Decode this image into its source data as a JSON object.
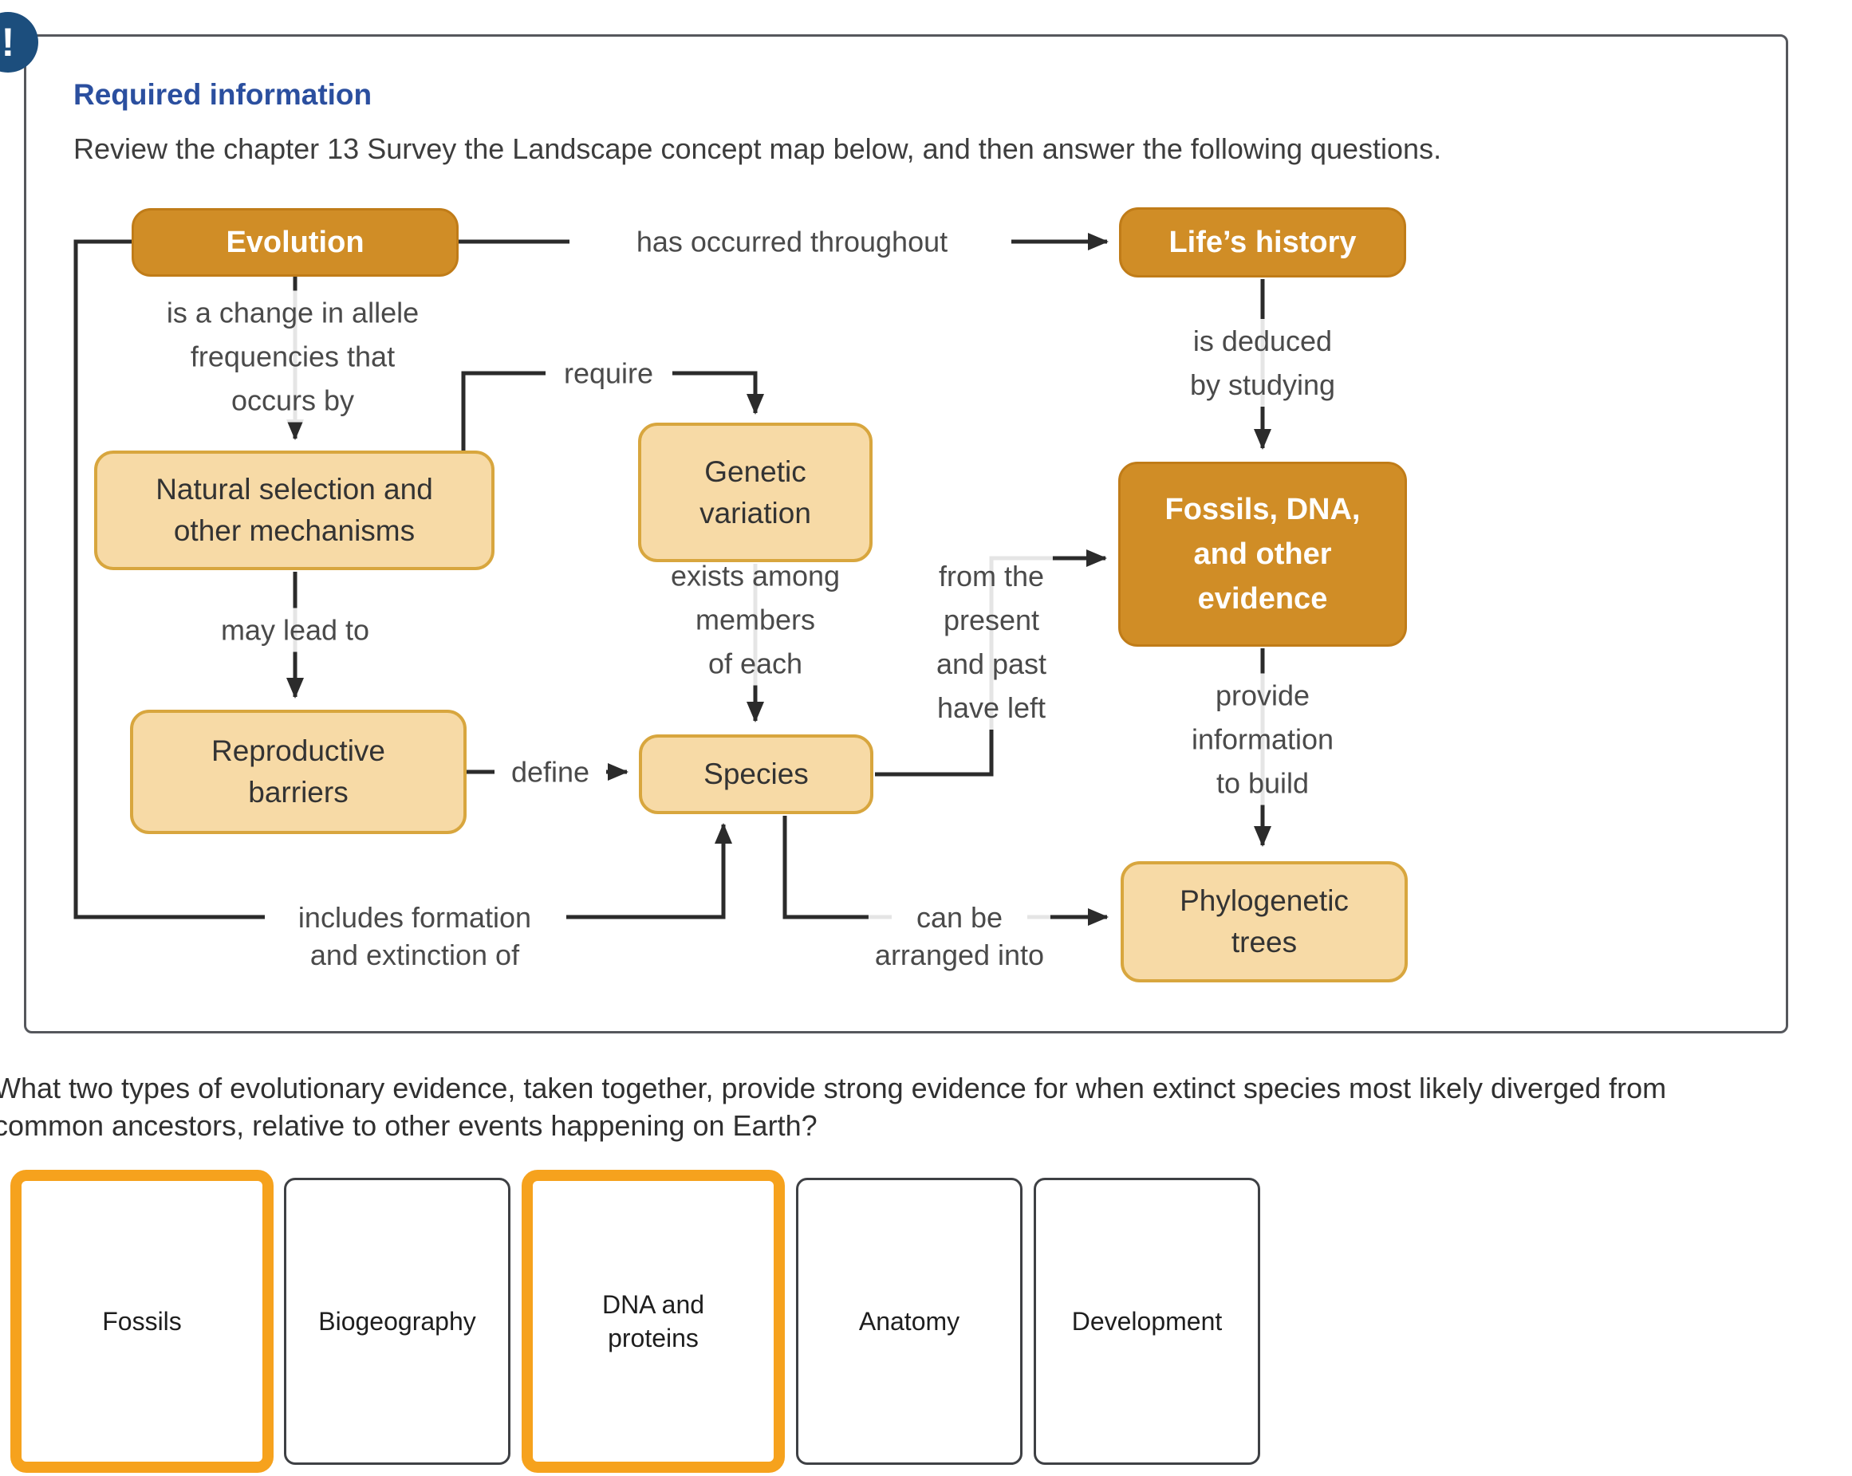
{
  "alert": {
    "symbol": "!"
  },
  "panel": {
    "heading": "Required information",
    "instructions": "Review the chapter 13 Survey the Landscape concept map below, and then answer the following questions.",
    "concept_map": {
      "colors": {
        "node_dark_fill": "#D08D26",
        "node_light_fill": "#F7DAA6",
        "node_light_border": "#D8A63E",
        "edge": "#2B2B2B",
        "panel_border": "#55575C",
        "alert_blue": "#1C4E7D",
        "heading_blue": "#2B4F9F",
        "selected_orange": "#F6A21D"
      },
      "nodes": {
        "evolution": {
          "line1": "Evolution"
        },
        "lifes_history": {
          "line1": "Life’s history"
        },
        "natural_selection": {
          "line1": "Natural selection and",
          "line2": "other mechanisms"
        },
        "genetic_variation": {
          "line1": "Genetic",
          "line2": "variation"
        },
        "reproductive_barriers": {
          "line1": "Reproductive",
          "line2": "barriers"
        },
        "species": {
          "line1": "Species"
        },
        "fossils_dna": {
          "line1": "Fossils, DNA,",
          "line2": "and other",
          "line3": "evidence"
        },
        "phylogenetic_trees": {
          "line1": "Phylogenetic",
          "line2": "trees"
        }
      },
      "edge_labels": {
        "has_occurred": {
          "line1": "has occurred throughout"
        },
        "is_change": {
          "line1": "is a change in allele",
          "line2": "frequencies that",
          "line3": "occurs by"
        },
        "require": {
          "line1": "require"
        },
        "is_deduced": {
          "line1": "is deduced",
          "line2": "by studying"
        },
        "may_lead_to": {
          "line1": "may lead to"
        },
        "exists_among": {
          "line1": "exists among",
          "line2": "members",
          "line3": "of each"
        },
        "from_present": {
          "line1": "from the",
          "line2": "present",
          "line3": "and past",
          "line4": "have left"
        },
        "provide": {
          "line1": "provide",
          "line2": "information",
          "line3": "to build"
        },
        "define": {
          "line1": "define"
        },
        "includes": {
          "line1": "includes formation",
          "line2": "and extinction of"
        },
        "can_be": {
          "line1": "can be",
          "line2": "arranged into"
        }
      }
    }
  },
  "question": {
    "lines": [
      "What two types of evolutionary evidence, taken together, provide strong evidence for when extinct species most likely diverged from",
      "common ancestors, relative to other events happening on Earth?"
    ]
  },
  "answers": {
    "cards": [
      {
        "line1": "Fossils",
        "line2": "",
        "selected": true
      },
      {
        "line1": "Biogeography",
        "line2": "",
        "selected": false
      },
      {
        "line1": "DNA and",
        "line2": "proteins",
        "selected": true
      },
      {
        "line1": "Anatomy",
        "line2": "",
        "selected": false
      },
      {
        "line1": "Development",
        "line2": "",
        "selected": false
      }
    ]
  }
}
